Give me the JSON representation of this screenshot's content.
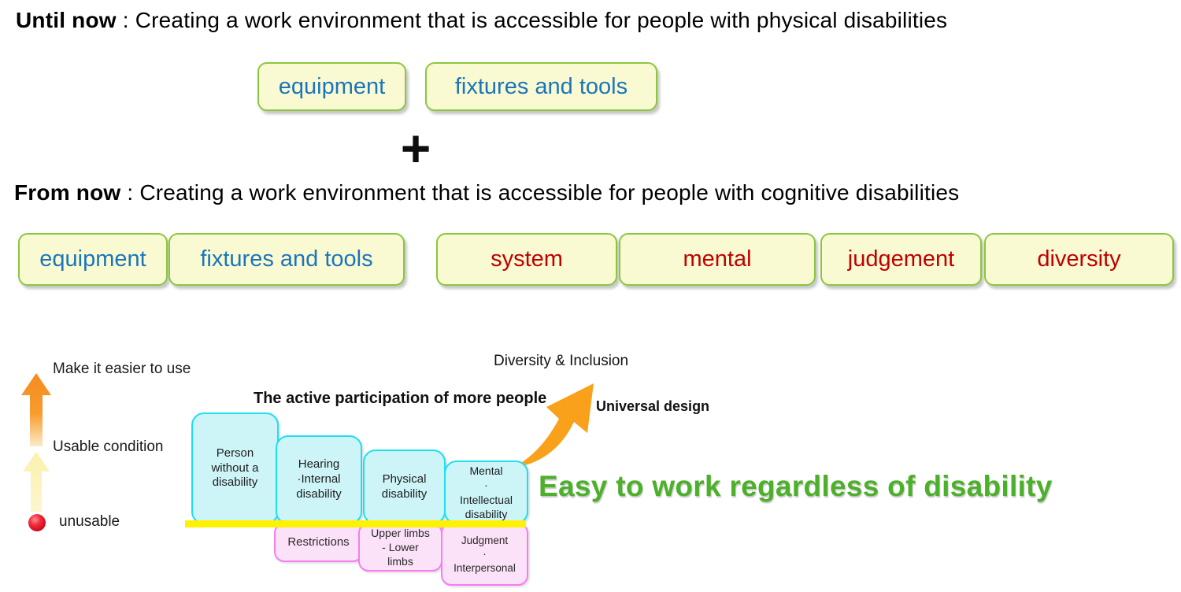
{
  "slide": {
    "until_now": {
      "label": "Until now",
      "rest": " : Creating a work environment that is accessible for people with physical disabilities"
    },
    "plus": "+",
    "from_now": {
      "label": "From now",
      "rest": " : Creating a work environment that is accessible for people with cognitive disabilities"
    },
    "row1_buttons": [
      {
        "label": "equipment"
      },
      {
        "label": "fixtures and tools"
      }
    ],
    "row2_buttons": [
      {
        "label": "equipment"
      },
      {
        "label": "fixtures and tools"
      },
      {
        "label": "system"
      },
      {
        "label": "mental"
      },
      {
        "label": "judgement"
      },
      {
        "label": "diversity"
      }
    ],
    "gauge": {
      "top": "Make it easier to use",
      "middle": "Usable condition",
      "bottom": "unusable"
    },
    "staircase": {
      "title": "The active participation of more people",
      "cyan_boxes": [
        "Person\nwithout a\ndisability",
        "Hearing\n·Internal\ndisability",
        "Physical\ndisability",
        "Mental\n·\nIntellectual\ndisability"
      ],
      "pink_boxes": [
        "Restrictions",
        "Upper limbs\n- Lower\nlimbs",
        "Judgment\n·\nInterpersonal"
      ]
    },
    "right": {
      "diversity_inclusion": "Diversity & Inclusion",
      "universal_design": "Universal design",
      "headline": "Easy to work regardless of disability"
    },
    "colors": {
      "button_bg": "#FAFAD2",
      "button_border": "#8CC63F",
      "blue_text": "#1B75BC",
      "red_text": "#C00000",
      "cyan_fill": "#CDF5F8",
      "cyan_border": "#1EDFF2",
      "pink_fill": "#FBE2F8",
      "pink_border": "#F87CF0",
      "yellow_line": "#FFF200",
      "orange_arrow": "#F7941D",
      "green_headline": "#4CB02A"
    }
  }
}
